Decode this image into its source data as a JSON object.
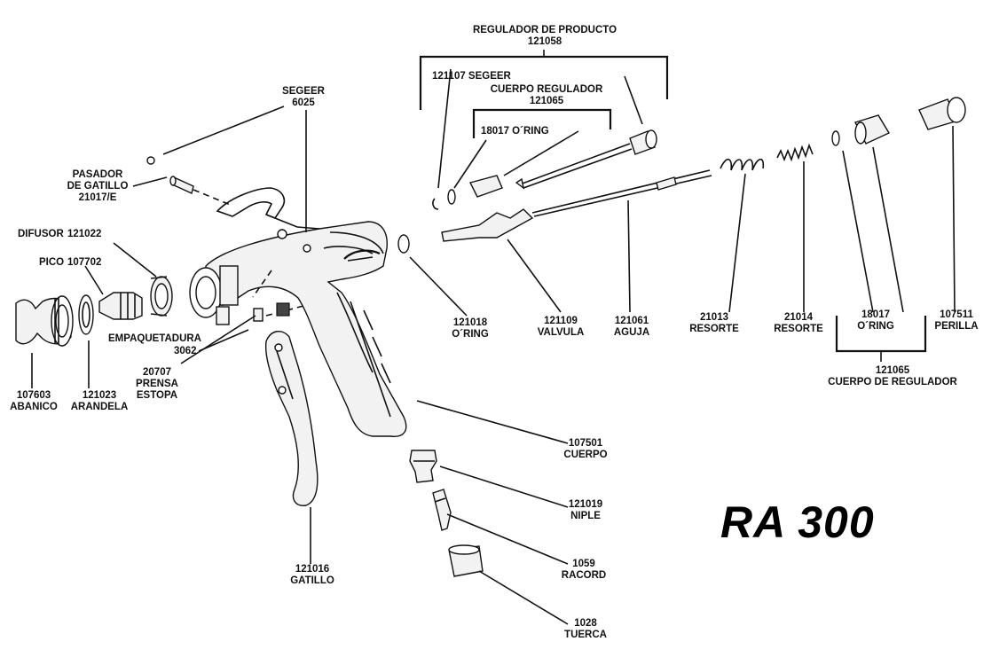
{
  "model": "RA 300",
  "labels": {
    "regulador_producto_title": "REGULADOR DE PRODUCTO",
    "regulador_producto_code": "121058",
    "segeer_a": "121107 SEGEER",
    "cuerpo_regulador_title": "CUERPO REGULADOR",
    "cuerpo_regulador_code": "121065",
    "oring_a": "18017 O´RING",
    "segeer_b_title": "SEGEER",
    "segeer_b_code": "6025",
    "pasador_1": "PASADOR",
    "pasador_2": "DE GATILLO",
    "pasador_3": "21017/E",
    "difusor_name": "DIFUSOR",
    "difusor_code": "121022",
    "pico_name": "PICO",
    "pico_code": "107702",
    "empaquetadura_name": "EMPAQUETADURA",
    "empaquetadura_code": "3062",
    "prensa_code": "20707",
    "prensa_1": "PRENSA",
    "prensa_2": "ESTOPA",
    "abanico_code": "107603",
    "abanico_name": "ABANICO",
    "arandela_code": "121023",
    "arandela_name": "ARANDELA",
    "oring_b_code": "121018",
    "oring_b_name": "O´RING",
    "valvula_code": "121109",
    "valvula_name": "VALVULA",
    "aguja_code": "121061",
    "aguja_name": "AGUJA",
    "resorte_a_code": "21013",
    "resorte_a_name": "RESORTE",
    "resorte_b_code": "21014",
    "resorte_b_name": "RESORTE",
    "oring_c_code": "18017",
    "oring_c_name": "O´RING",
    "perilla_code": "107511",
    "perilla_name": "PERILLA",
    "cuerpo_de_regulador_code": "121065",
    "cuerpo_de_regulador_name": "CUERPO DE REGULADOR",
    "cuerpo_code": "107501",
    "cuerpo_name": "CUERPO",
    "niple_code": "121019",
    "niple_name": "NIPLE",
    "racord_code": "1059",
    "racord_name": "RACORD",
    "tuerca_code": "1028",
    "tuerca_name": "TUERCA",
    "gatillo_code": "121016",
    "gatillo_name": "GATILLO"
  }
}
